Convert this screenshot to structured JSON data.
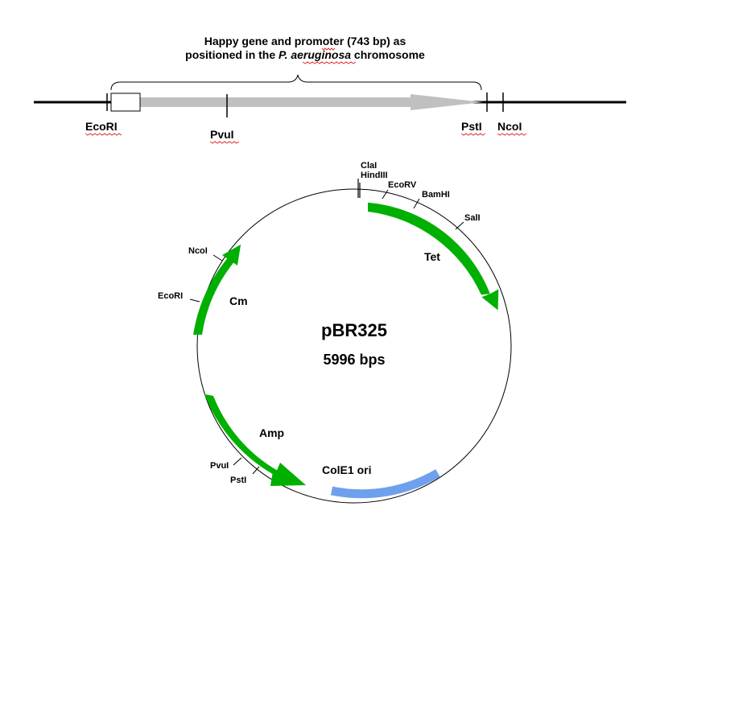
{
  "chromosome_map": {
    "caption_line1_pre": "Happy gene and promoter (743 ",
    "caption_line1_bp": "bp",
    "caption_line1_post": ") as",
    "caption_line2_pre": "positioned in the ",
    "caption_line2_species": "P. aeruginosa",
    "caption_line2_post": " chromosome",
    "sites": [
      "EcoRI",
      "PvuI",
      "PstI",
      "NcoI"
    ],
    "colors": {
      "line": "#000000",
      "gene_arrow": "#c0c0c0",
      "spellcheck": "#e03030"
    }
  },
  "plasmid": {
    "name": "pBR325",
    "size": "5996 bps",
    "genes": [
      {
        "label": "Tet",
        "color": "#00b000"
      },
      {
        "label": "Cm",
        "color": "#00b000"
      },
      {
        "label": "Amp",
        "color": "#00b000"
      },
      {
        "label": "ColE1 ori",
        "color": "#6fa0ee"
      }
    ],
    "sites": [
      "ClaI",
      "HindIII",
      "EcoRV",
      "BamHI",
      "SalI",
      "NcoI",
      "EcoRI",
      "PvuI",
      "PstI"
    ]
  }
}
